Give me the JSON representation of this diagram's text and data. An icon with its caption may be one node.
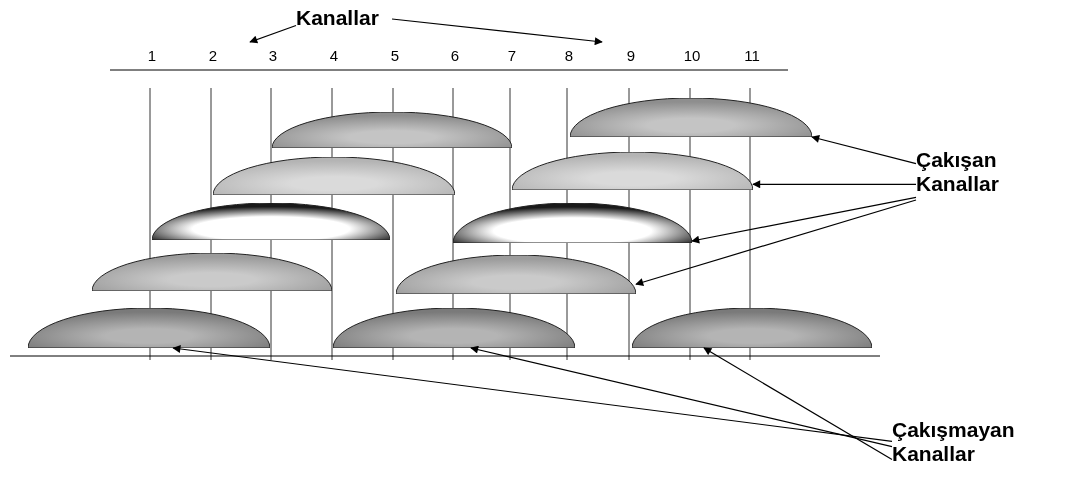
{
  "diagram": {
    "nodes": [
      {
        "text": [
          "Kanallar"
        ]
      },
      {
        "text": [],
        "shape": "arc"
      },
      {
        "text": [],
        "shape": "arc"
      },
      {
        "text": [],
        "shape": "arc"
      },
      {
        "text": [],
        "shape": "arc"
      },
      {
        "text": [],
        "shape": "arc"
      },
      {
        "text": [],
        "shape": "arc"
      },
      {
        "text": [],
        "shape": "arc"
      },
      {
        "text": [],
        "shape": "arc"
      },
      {
        "text": [],
        "shape": "arc"
      },
      {
        "text": [],
        "shape": "arc"
      },
      {
        "text": [],
        "shape": "arc"
      },
      {
        "text": [
          "Çakışan Kanallar"
        ]
      },
      {
        "text": [
          "Çakışmayan Kanallar"
        ]
      }
    ],
    "edges": [
      {
        "from": 0,
        "to": null,
        "arrow": "to"
      },
      {
        "from": 0,
        "to": null,
        "arrow": "to"
      },
      {
        "from": 12,
        "to": 2,
        "arrow": "to"
      },
      {
        "from": 12,
        "to": 4,
        "arrow": "to"
      },
      {
        "from": 12,
        "to": 6,
        "arrow": "to"
      },
      {
        "from": 12,
        "to": 8,
        "arrow": "to"
      },
      {
        "from": 13,
        "to": 9,
        "arrow": "to"
      },
      {
        "from": 13,
        "to": 10,
        "arrow": "to"
      },
      {
        "from": 13,
        "to": 11,
        "arrow": "to"
      }
    ],
    "labels": [
      "1",
      "2",
      "3",
      "4",
      "5",
      "6",
      "7",
      "8",
      "9",
      "10",
      "11"
    ]
  }
}
